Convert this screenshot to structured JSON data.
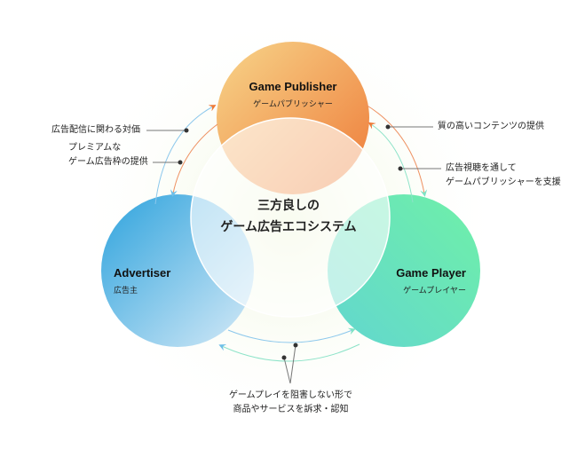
{
  "center": {
    "line1": "三方良しの",
    "line2": "ゲーム広告エコシステム"
  },
  "nodes": {
    "publisher": {
      "title": "Game Publisher",
      "subtitle": "ゲームパブリッシャー",
      "color": "#ef7f3c"
    },
    "advertiser": {
      "title": "Advertiser",
      "subtitle": "広告主",
      "color": "#3aa8dd"
    },
    "player": {
      "title": "Game Player",
      "subtitle": "ゲームプレイヤー",
      "color": "#5fdcaa"
    }
  },
  "callouts": {
    "ad_fee": "広告配信に関わる対価",
    "premium_1": "プレミアムな",
    "premium_2": "ゲーム広告枠の提供",
    "content": "質の高いコンテンツの提供",
    "support_1": "広告視聴を通して",
    "support_2": "ゲームパブリッシャーを支援",
    "bottom_1": "ゲームプレイを阻害しない形で",
    "bottom_2": "商品やサービスを訴求・認知"
  }
}
